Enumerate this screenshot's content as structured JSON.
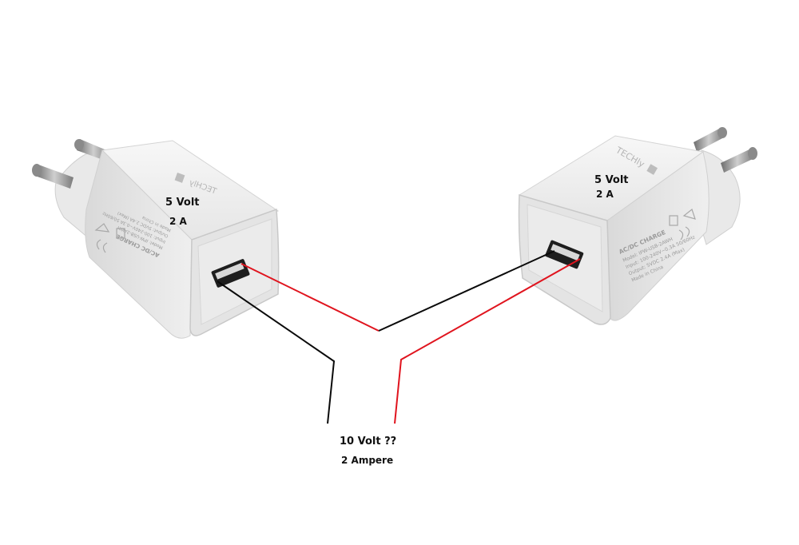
{
  "left_charger": {
    "voltage": "5 Volt",
    "current": "2 A",
    "brand": "TECHly",
    "label_title": "AC/DC CHARGE",
    "label_lines": [
      "Model: IPW-USB-2AWH",
      "Input: 100-240V~0.3A 50/60Hz",
      "Output: 5VDC 2.4A (Max)",
      "Made in China"
    ]
  },
  "right_charger": {
    "voltage": "5 Volt",
    "current": "2 A",
    "brand": "TECHly",
    "label_title": "AC/DC CHARGE",
    "label_lines": [
      "Model: IPW-USB-2AWH",
      "Input: 100-240V~0.3A 50/60Hz",
      "Output: 5VDC 2.4A (Max)",
      "Made in China"
    ]
  },
  "combined": {
    "voltage": "10 Volt ??",
    "current": "2 Ampere"
  },
  "colors": {
    "wire_positive": "#e0141e",
    "wire_negative": "#0a0a0a",
    "charger_body": "#eeeeee",
    "charger_face": "#e2e2e2"
  }
}
